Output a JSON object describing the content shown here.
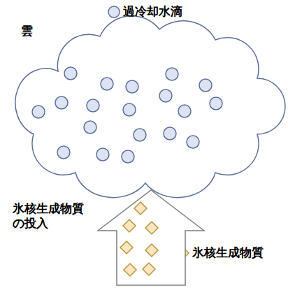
{
  "diagram": {
    "nodes": [
      {
        "text": [
          "雲"
        ]
      },
      {
        "text": [
          "氷核生成物質 の投入"
        ]
      }
    ],
    "legend": [
      {
        "text": "過冷却水滴"
      },
      {
        "text": "氷核生成物質"
      }
    ]
  }
}
